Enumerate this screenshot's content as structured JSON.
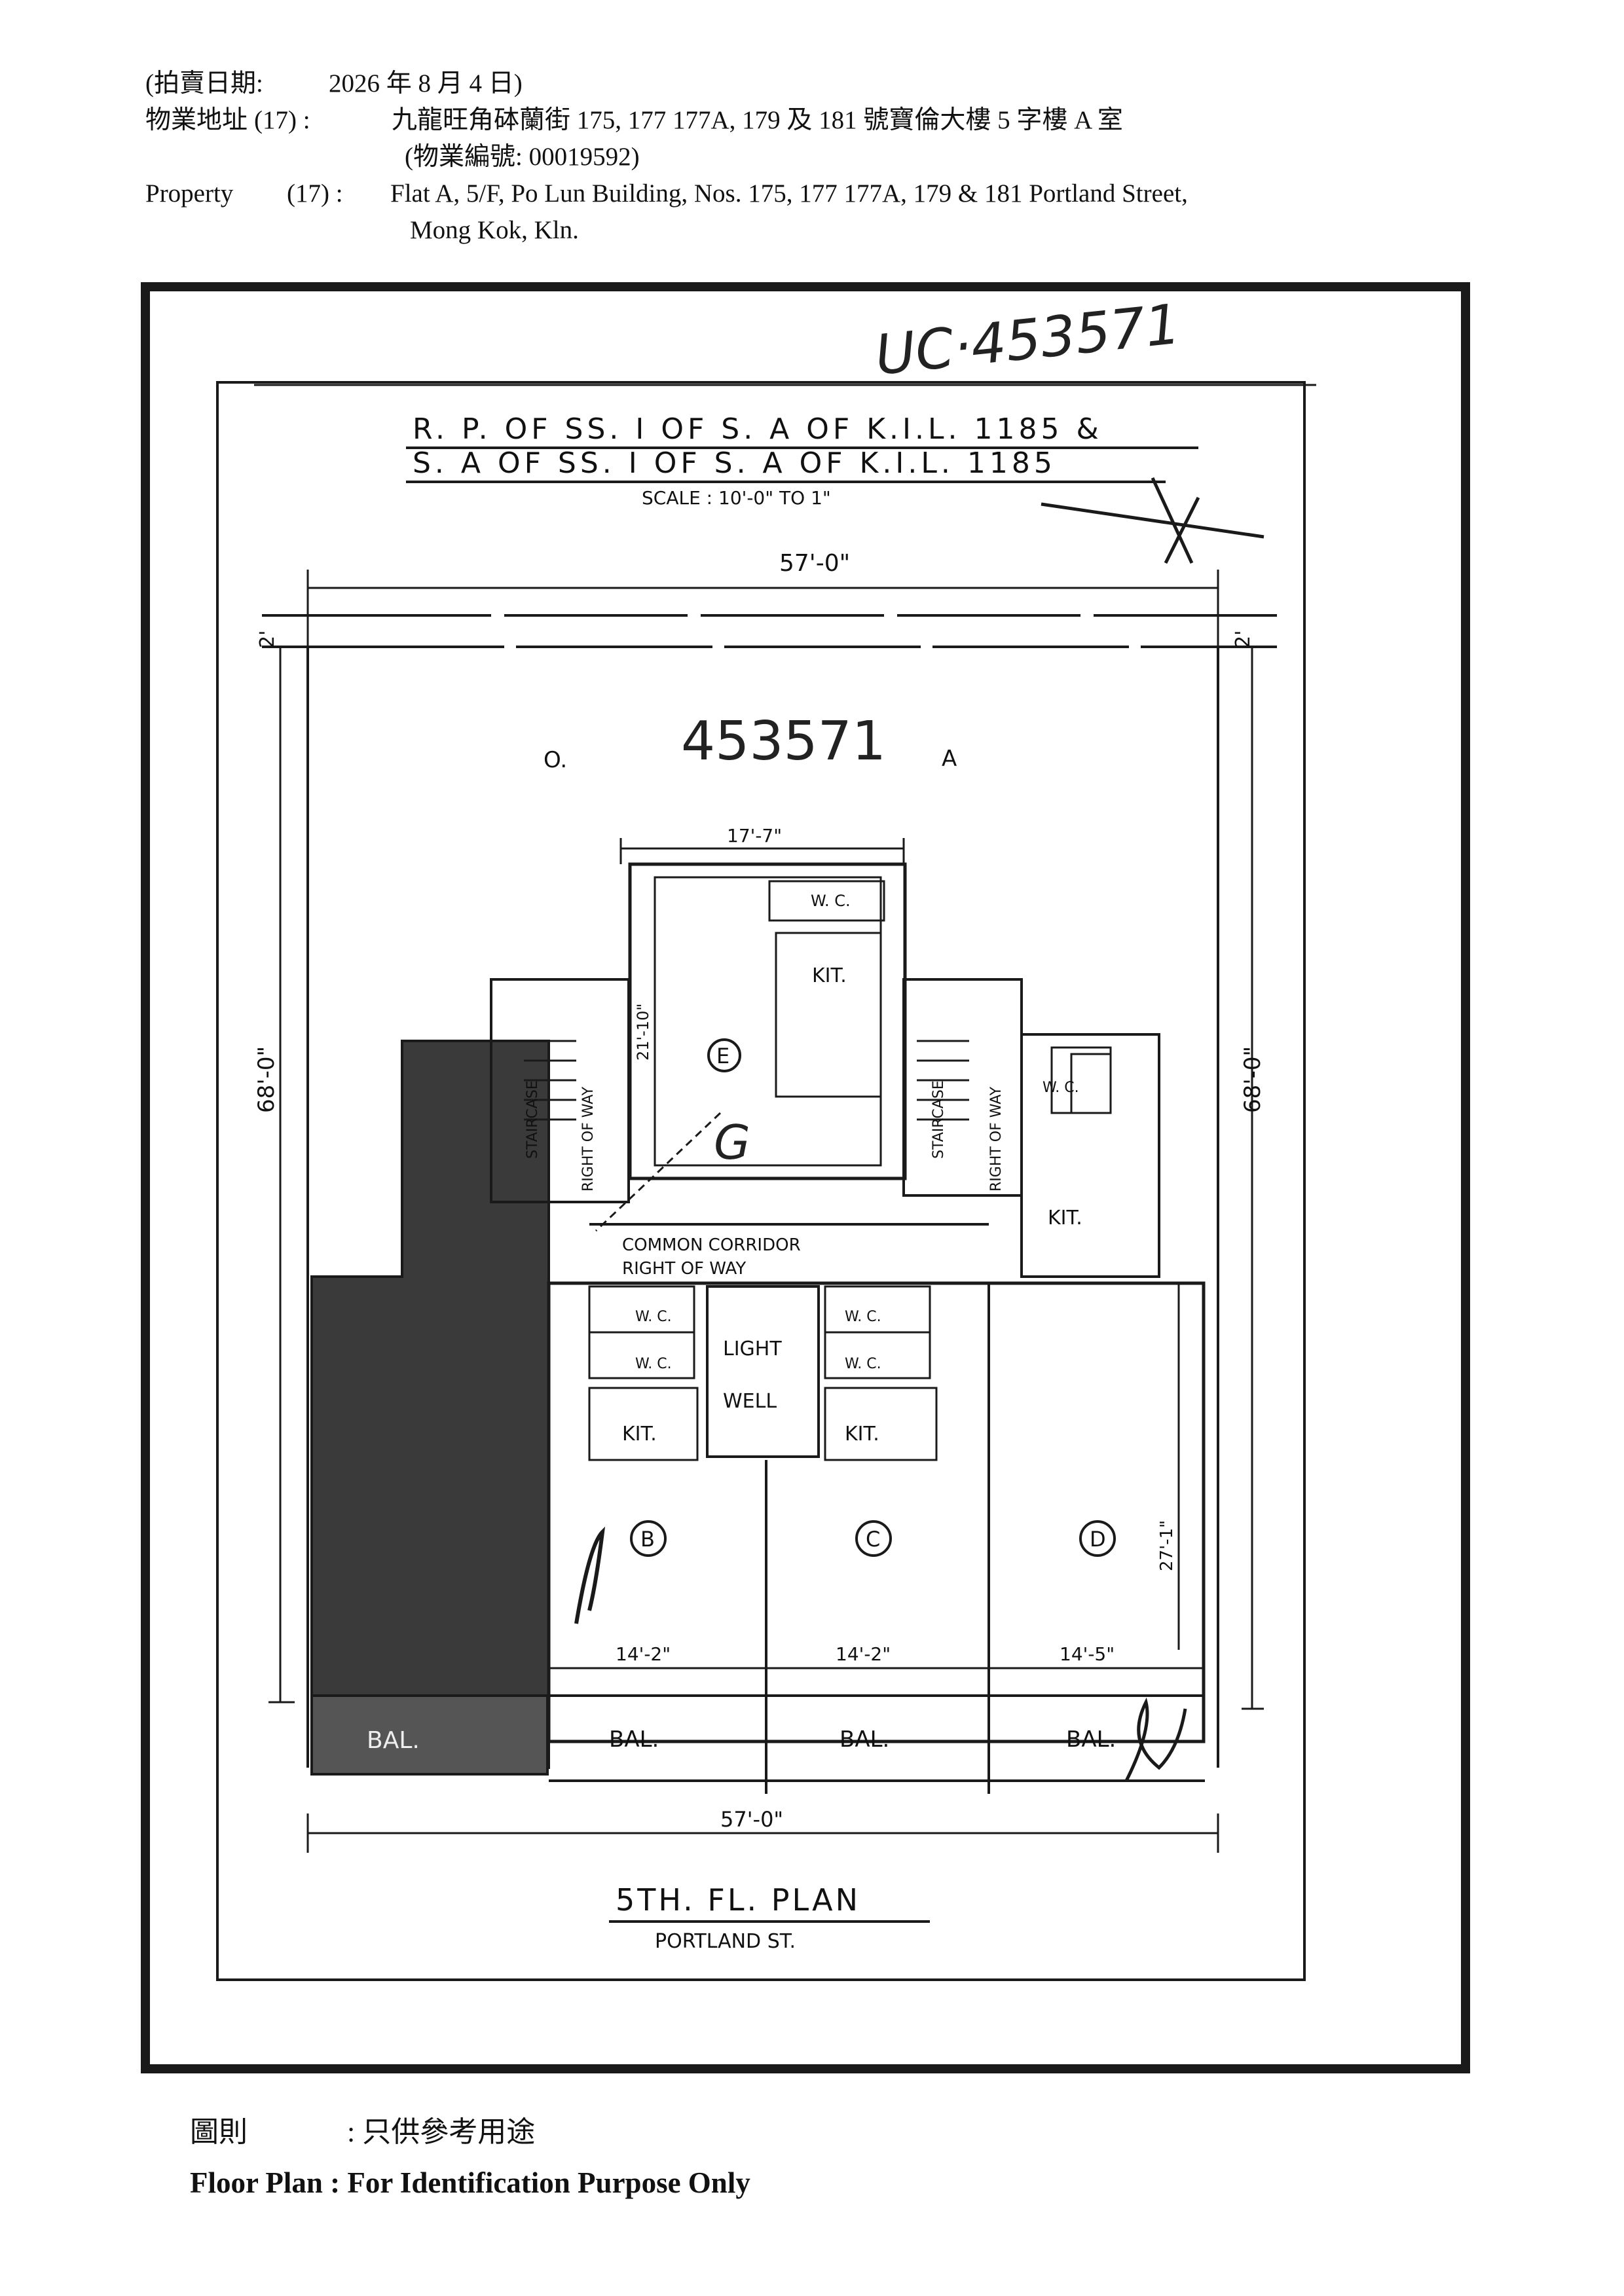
{
  "header": {
    "auction_date_label": "(拍賣日期:",
    "auction_date_value": "2026 年 8 月 4 日)",
    "address_zh_label": "物業地址",
    "item_no": "(17) :",
    "address_zh": "九龍旺角砵蘭街 175, 177 177A, 179  及  181 號寶倫大樓 5 字樓 A 室",
    "property_no": "(物業編號: 00019592)",
    "property_label": "Property",
    "address_en_line1": "Flat A, 5/F, Po Lun Building, Nos. 175, 177 177A, 179 & 181 Portland Street,",
    "address_en_line2": "Mong Kok, Kln."
  },
  "plan": {
    "handwritten_ref_top": "UC·453571",
    "lot_line1": "R. P. OF SS. I OF S. A OF K.I.L. 1185 &",
    "lot_line2": "S. A OF SS. I OF S. A OF K.I.L. 1185",
    "scale": "SCALE : 10'-0\" TO 1\"",
    "dim_top": "57'-0\"",
    "dim_side_small_left": "2'",
    "dim_side_small_right": "2'",
    "handwritten_number": "453571",
    "mark_o": "O.",
    "mark_a": "A",
    "dim_flat_e_width": "17'-7\"",
    "dim_flat_e_depth": "21'-10\"",
    "dim_left_height": "68'-0\"",
    "dim_right_height": "68'-0\"",
    "dim_flat_d_depth": "27'-1\"",
    "flat_e": "E",
    "flat_b": "B",
    "flat_c": "C",
    "flat_d": "D",
    "wc": "W. C.",
    "kit": "KIT.",
    "staircase_label": "STAIRCASE",
    "row_label": "RIGHT OF WAY",
    "corridor_line1": "COMMON    CORRIDOR",
    "corridor_line2": "RIGHT    OF    WAY",
    "light_well_1": "LIGHT",
    "light_well_2": "WELL",
    "dim_b_width": "14'-2\"",
    "dim_c_width": "14'-2\"",
    "dim_d_width": "14'-5\"",
    "bal": "BAL.",
    "dim_bottom": "57'-0\"",
    "plan_title": "5TH. FL. PLAN",
    "street": "PORTLAND  ST.",
    "handwritten_g": "G"
  },
  "footer": {
    "zh_label": "圖則",
    "zh_note": ": 只供參考用途",
    "en_note": "Floor Plan : For Identification Purpose Only"
  }
}
